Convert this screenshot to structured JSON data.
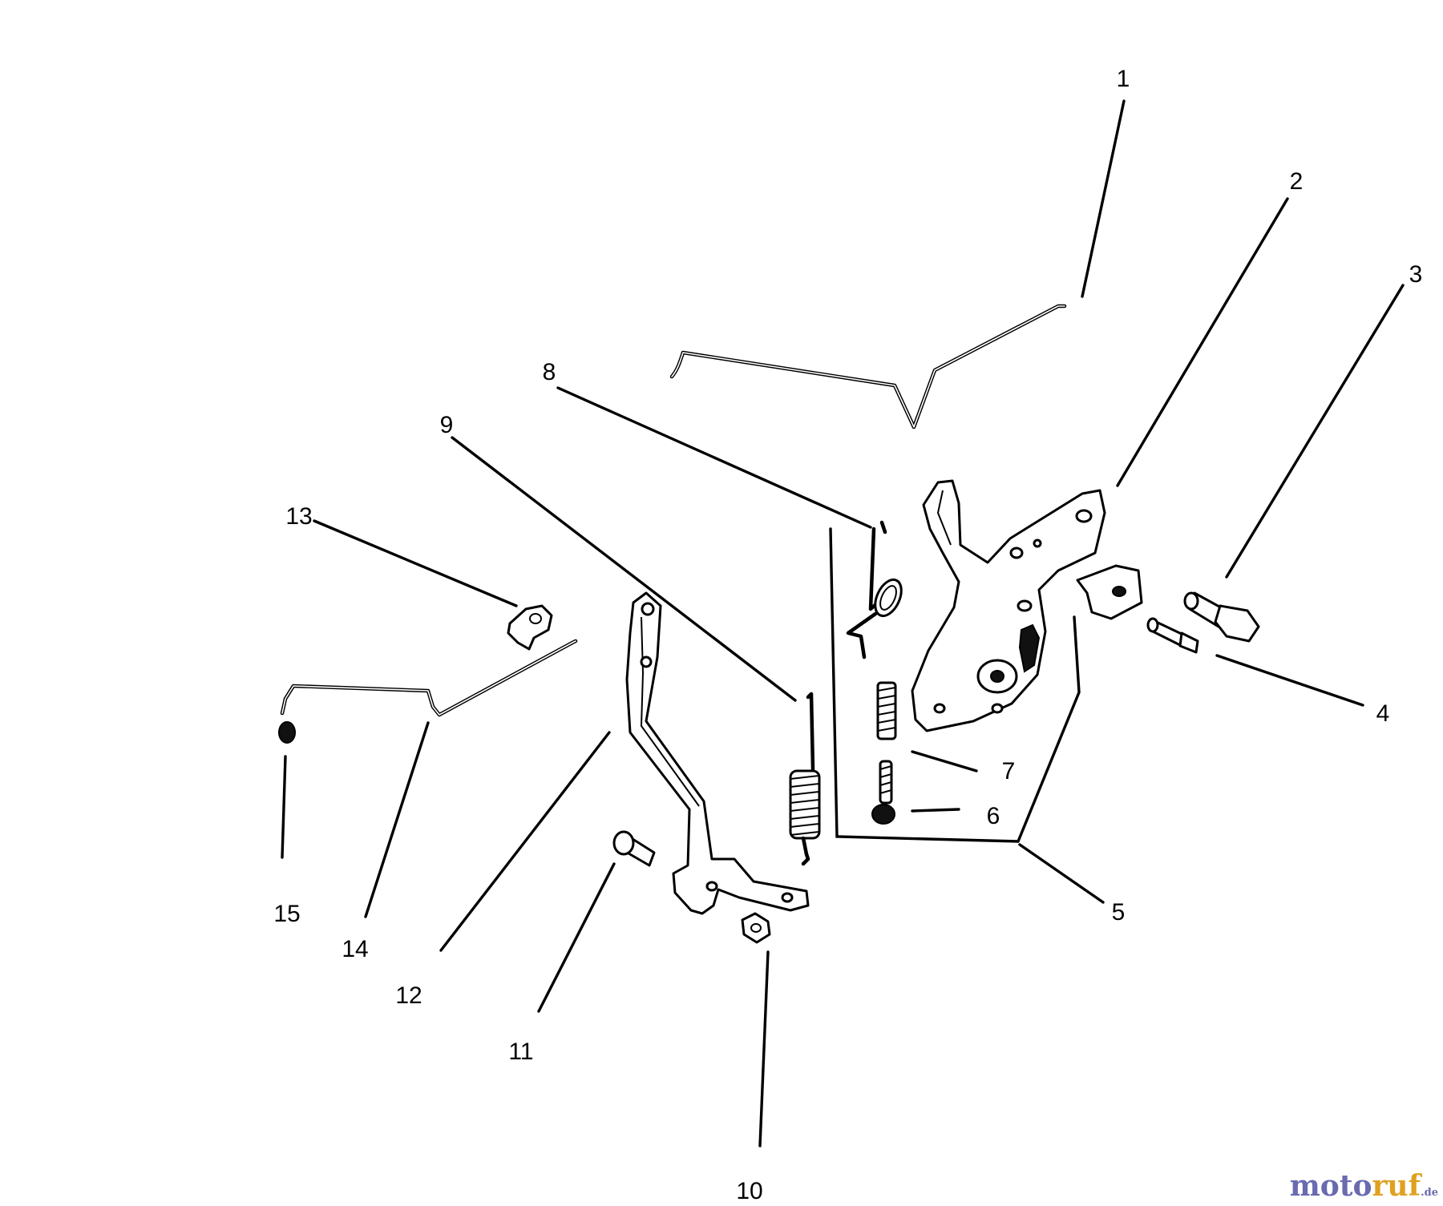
{
  "diagram": {
    "callouts": [
      "1",
      "2",
      "3",
      "4",
      "5",
      "6",
      "7",
      "8",
      "9",
      "10",
      "11",
      "12",
      "13",
      "14",
      "15"
    ]
  },
  "watermark": {
    "part1": "moto",
    "part2": "ruf",
    "suffix": ".de",
    "colors": [
      "#6a6ab0",
      "#e0a020"
    ]
  }
}
